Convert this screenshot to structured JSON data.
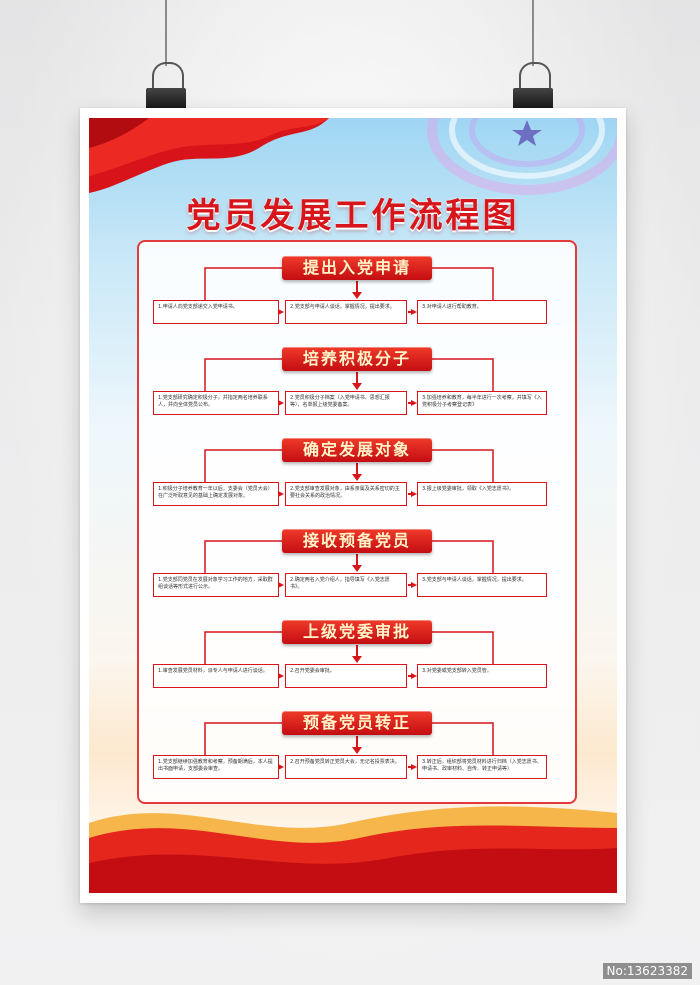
{
  "title": "党员发展工作流程图",
  "watermark": "No:13623382",
  "colors": {
    "accent": "#d7151b",
    "section_text": "#fff5c8"
  },
  "sections": [
    {
      "title": "提出入党申请",
      "steps": [
        "1.申请人向党支部递交入党申请书。",
        "2.党支部与申请人谈话，掌握情况，提出要求。",
        "3.对申请人进行帮助教育。"
      ]
    },
    {
      "title": "培养积极分子",
      "steps": [
        "1.党支部研究确定积极分子，并指定两名培养联系人，并向全体党员公布。",
        "2.党员积极分子档案（入党申请书、思想汇报等），名单报上级党委备案。",
        "3.加强培养和教育，每半年进行一次考察，并填写《入党积极分子考察登记表》"
      ]
    },
    {
      "title": "确定发展对象",
      "steps": [
        "1.积极分子培养教育一年以后，支委会（党员大会）在广泛听取意见的基础上确定发展对象。",
        "2.党支部审查发展对象，由系亲属及关系密切的主要社会关系的政治情况。",
        "3.报上级党委审批，领取《入党志愿书》。"
      ]
    },
    {
      "title": "接收预备党员",
      "steps": [
        "1.党支部同党员在发展对象学习工作的地方，采取群组谈话等形式进行公示。",
        "2.确定两名入党介绍人，指导填写《入党志愿书》。",
        "3.党支部与申请人谈话，掌握情况，提出要求。"
      ]
    },
    {
      "title": "上级党委审批",
      "steps": [
        "1.审查发展党员材料，派专人与申请人进行谈话。",
        "2.召开党委会审批。",
        "3.对党委或党支部转入党员管。"
      ]
    },
    {
      "title": "预备党员转正",
      "steps": [
        "1.党支部继续加强教育和考察，预备期满后，本人提出书面申请，支部委会审查。",
        "2.召开预备党员转正党员大会，无记名投票表决。",
        "3.转正后，组织部将党员材料进行归档（入党志愿书、申请书、政审材料、自传、转正申请等）"
      ]
    }
  ]
}
